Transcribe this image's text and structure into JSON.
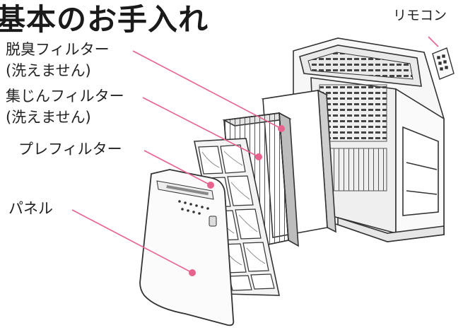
{
  "title": "基本のお手入れ",
  "parts": {
    "remote": {
      "label": "リモコン"
    },
    "deodorizing_filter": {
      "label": "脱臭フィルター",
      "note": "(洗えません)"
    },
    "dust_filter": {
      "label": "集じんフィルター",
      "note": "(洗えません)"
    },
    "pre_filter": {
      "label": "プレフィルター"
    },
    "panel": {
      "label": "パネル"
    }
  },
  "colors": {
    "leader_line": "#e8638c",
    "outline": "#333333",
    "text": "#222222"
  }
}
